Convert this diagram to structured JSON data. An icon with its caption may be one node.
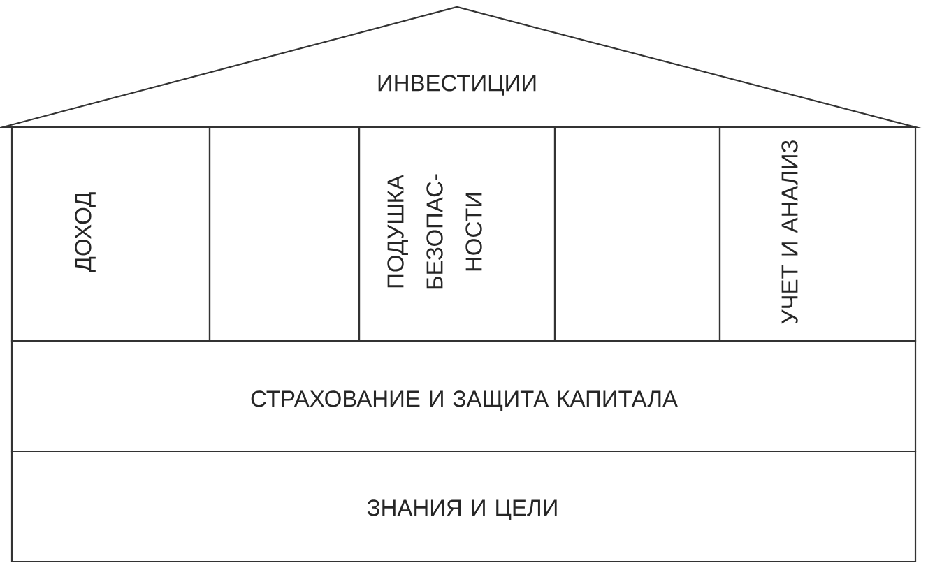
{
  "diagram": {
    "nodes": [
      {
        "text": [
          "ИНВЕСТИЦИИ"
        ]
      },
      {
        "text": [
          "ДОХОД"
        ]
      },
      {
        "text": [],
        "shape": "box"
      },
      {
        "text": [
          "ПОДУШКА БЕЗОПАС- НОСТИ"
        ]
      },
      {
        "text": [],
        "shape": "box"
      },
      {
        "text": [
          "УЧЕТ И АНАЛИЗ"
        ]
      },
      {
        "text": [
          "СТРАХОВАНИЕ И ЗАЩИТА КАПИТАЛА"
        ]
      },
      {
        "text": [
          "ЗНАНИЯ И ЦЕЛИ"
        ]
      }
    ]
  }
}
